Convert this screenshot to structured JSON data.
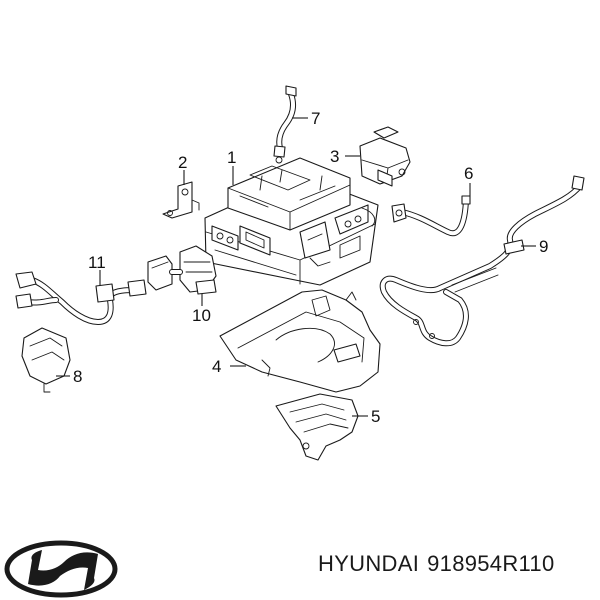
{
  "brand": "HYUNDAI",
  "part_number": "918954R110",
  "callouts": [
    {
      "id": "1",
      "label": "1"
    },
    {
      "id": "2",
      "label": "2"
    },
    {
      "id": "3",
      "label": "3"
    },
    {
      "id": "4",
      "label": "4"
    },
    {
      "id": "5",
      "label": "5"
    },
    {
      "id": "6",
      "label": "6"
    },
    {
      "id": "7",
      "label": "7"
    },
    {
      "id": "8",
      "label": "8"
    },
    {
      "id": "9",
      "label": "9"
    },
    {
      "id": "10",
      "label": "10"
    },
    {
      "id": "11",
      "label": "11"
    }
  ],
  "icons": {
    "logo": "hyundai-logo-icon"
  }
}
